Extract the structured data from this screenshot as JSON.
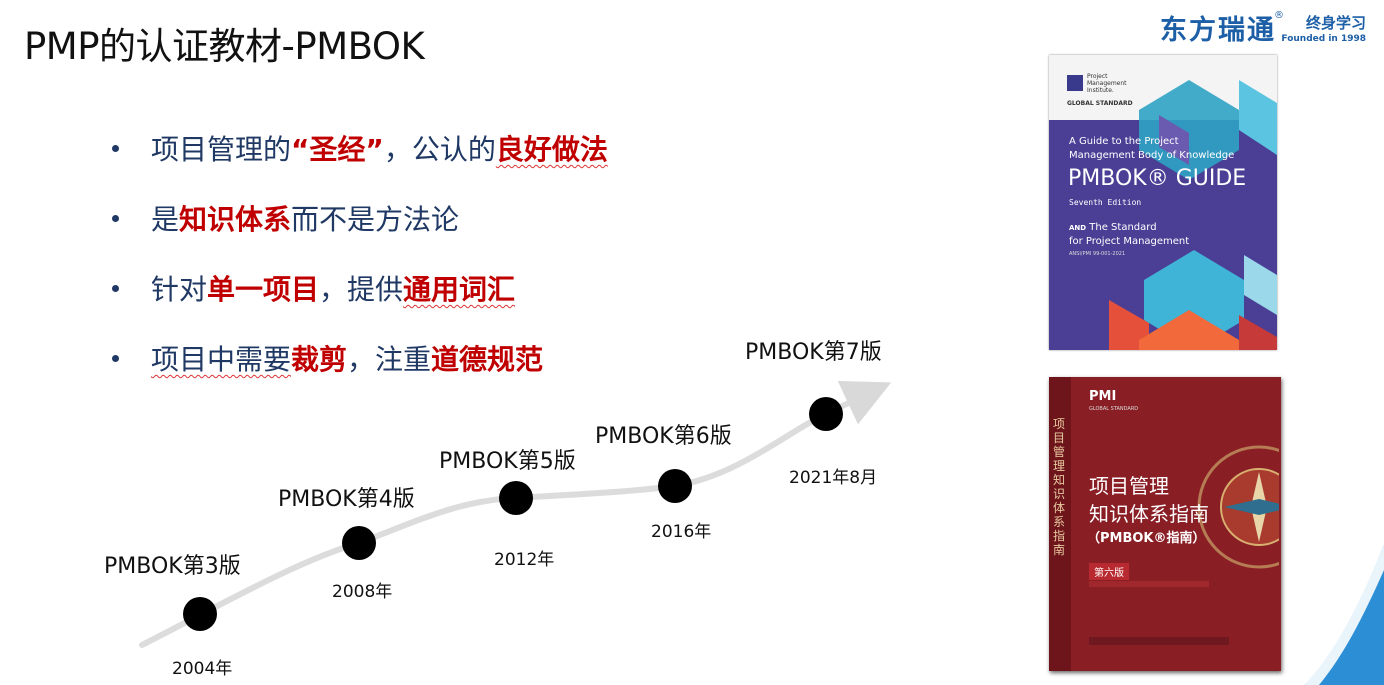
{
  "title": "PMP的认证教材-PMBOK",
  "logo": {
    "brand": "东方瑞通",
    "registered": "®",
    "sub": "终身学习",
    "founded": "Founded in 1998"
  },
  "bullets": [
    {
      "parts": [
        {
          "text": "项目管理的",
          "style": "normal"
        },
        {
          "text": "“圣经”",
          "style": "red"
        },
        {
          "text": "，公认的",
          "style": "normal"
        },
        {
          "text": "良好做法",
          "style": "red"
        }
      ]
    },
    {
      "parts": [
        {
          "text": "是",
          "style": "normal"
        },
        {
          "text": "知识体系",
          "style": "red"
        },
        {
          "text": "而不是方法论",
          "style": "normal"
        }
      ]
    },
    {
      "parts": [
        {
          "text": "针对",
          "style": "normal"
        },
        {
          "text": "单一项目",
          "style": "red"
        },
        {
          "text": "，提供",
          "style": "normal"
        },
        {
          "text": "通用词汇",
          "style": "red"
        }
      ]
    },
    {
      "parts": [
        {
          "text": "项目中需要",
          "style": "normal"
        },
        {
          "text": "裁剪",
          "style": "red"
        },
        {
          "text": "，注重",
          "style": "normal"
        },
        {
          "text": "道德规范",
          "style": "red"
        }
      ]
    }
  ],
  "timeline": [
    {
      "label": "PMBOK第3版",
      "year": "2004年"
    },
    {
      "label": "PMBOK第4版",
      "year": "2008年"
    },
    {
      "label": "PMBOK第5版",
      "year": "2012年"
    },
    {
      "label": "PMBOK第6版",
      "year": "2016年"
    },
    {
      "label": "PMBOK第7版",
      "year": "2021年8月"
    }
  ],
  "book1": {
    "pmi_line1": "Project",
    "pmi_line2": "Management",
    "pmi_line3": "Institute.",
    "global_standard": "GLOBAL STANDARD",
    "guide_line1": "A Guide to the Project",
    "guide_line2": "Management Body of Knowledge",
    "main_title": "PMBOK® GUIDE",
    "edition": "Seventh Edition",
    "and_word": "AND",
    "standard_line1": "The Standard",
    "standard_line2": "for Project Management",
    "ansi": "ANSI/PMI 99-001-2021"
  },
  "book2": {
    "pmi": "PMI",
    "global_standard": "GLOBAL STANDARD",
    "title_line1": "项目管理",
    "title_line2": "知识体系指南",
    "title_line3": "（PMBOK®指南）",
    "edition": "第六版",
    "spine": "项目管理知识体系指南"
  },
  "colors": {
    "accent_red": "#c00000",
    "bullet_blue": "#1f3864",
    "logo_blue": "#1d5fa6"
  }
}
